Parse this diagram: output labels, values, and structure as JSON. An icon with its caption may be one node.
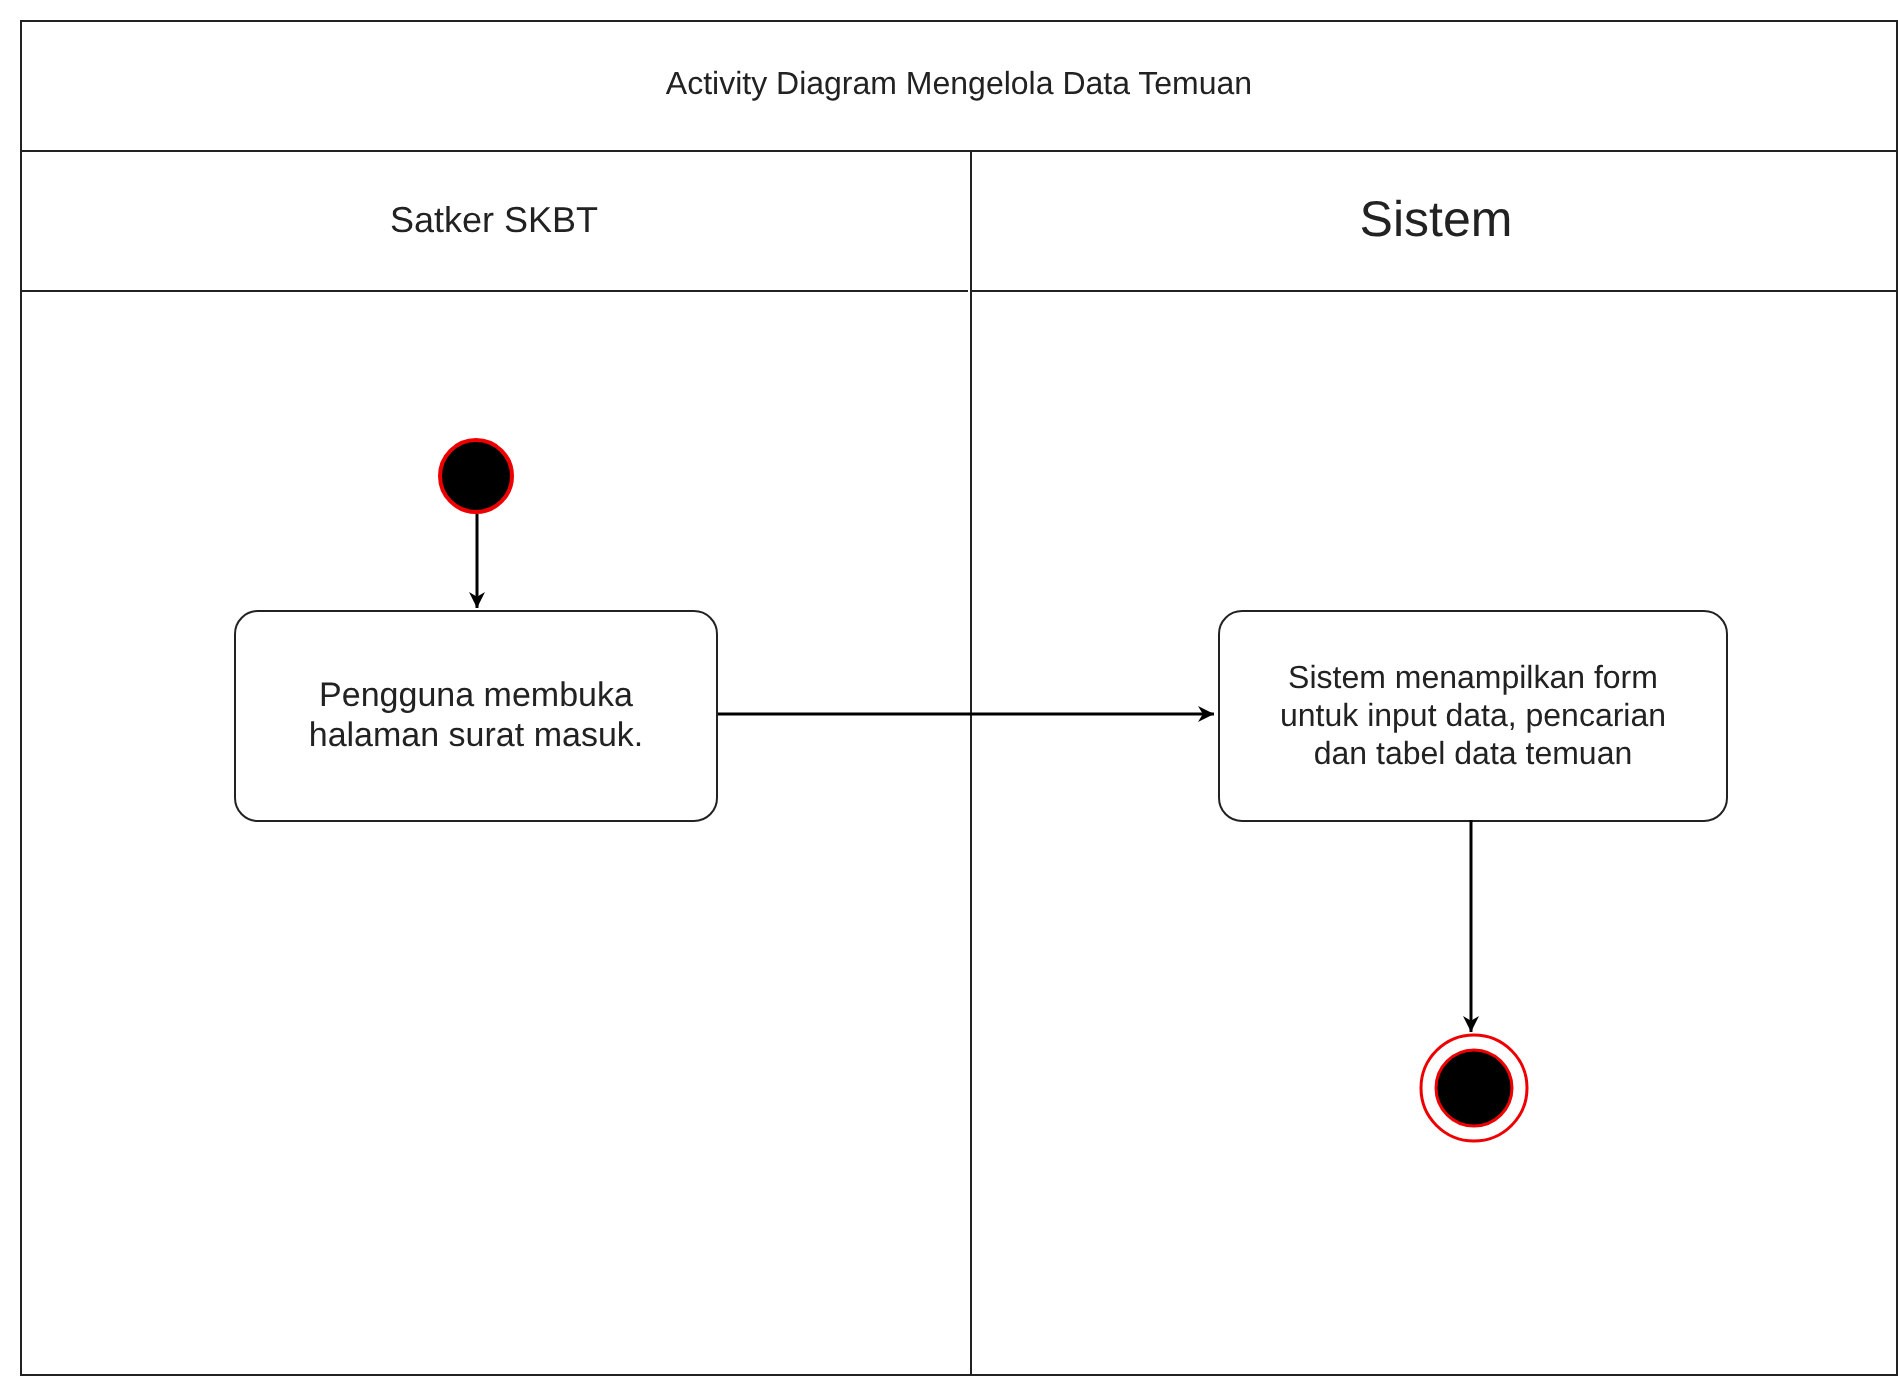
{
  "diagram": {
    "nodes": [
      {
        "text": [
          "Activity Diagram Mengelola Data Temuan"
        ]
      },
      {
        "text": [
          "Satker SKBT"
        ],
        "in": 0
      },
      {
        "text": [
          "Sistem"
        ],
        "in": 0
      },
      {
        "text": [],
        "shape": "circle",
        "in": 1
      },
      {
        "text": [
          "Pengguna membuka halaman surat masuk."
        ],
        "in": 1
      },
      {
        "text": [
          "Sistem menampilkan form untuk input data, pencarian dan tabel data temuan"
        ],
        "in": 2
      },
      {
        "text": [],
        "shape": "bullseye",
        "in": 2
      }
    ],
    "edges": [
      {
        "from": 3,
        "to": 4,
        "arrow": "to"
      },
      {
        "from": 4,
        "to": 5,
        "arrow": "to"
      },
      {
        "from": 5,
        "to": 6,
        "arrow": "to"
      }
    ]
  }
}
